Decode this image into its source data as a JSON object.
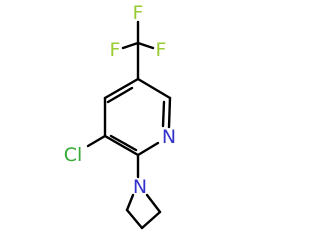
{
  "molecule": {
    "atoms": {
      "fluorine_top": {
        "symbol": "F",
        "color": "#99cc33"
      },
      "fluorine_left": {
        "symbol": "F",
        "color": "#99cc33"
      },
      "fluorine_right": {
        "symbol": "F",
        "color": "#99cc33"
      },
      "chlorine": {
        "symbol": "Cl",
        "color": "#33aa33"
      },
      "pyridine_nitrogen": {
        "symbol": "N",
        "color": "#3333cc"
      },
      "azetidine_nitrogen": {
        "symbol": "N",
        "color": "#3333cc"
      }
    },
    "bond_color": "#000000"
  }
}
